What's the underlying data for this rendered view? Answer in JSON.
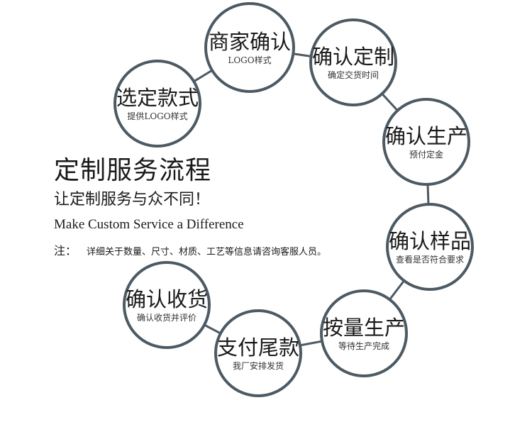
{
  "title": "定制服务流程",
  "subtitle": "让定制服务与众不同！",
  "english": "Make Custom Service a Difference",
  "note": {
    "label": "注：",
    "text": "详细关于数量、尺寸、材质、工艺等信息请咨询客服人员。"
  },
  "colors": {
    "ring": "#4d5a63",
    "text": "#1a1a1a"
  },
  "steps": [
    {
      "title": "选定款式",
      "subtitle": "提供LOGO样式"
    },
    {
      "title": "商家确认",
      "subtitle": "LOGO样式"
    },
    {
      "title": "确认定制",
      "subtitle": "确定交货时间"
    },
    {
      "title": "确认生产",
      "subtitle": "预付定金"
    },
    {
      "title": "确认样品",
      "subtitle": "查看是否符合要求"
    },
    {
      "title": "按量生产",
      "subtitle": "等待生产完成"
    },
    {
      "title": "支付尾款",
      "subtitle": "我厂安排发货"
    },
    {
      "title": "确认收货",
      "subtitle": "确认收货并评价"
    }
  ]
}
